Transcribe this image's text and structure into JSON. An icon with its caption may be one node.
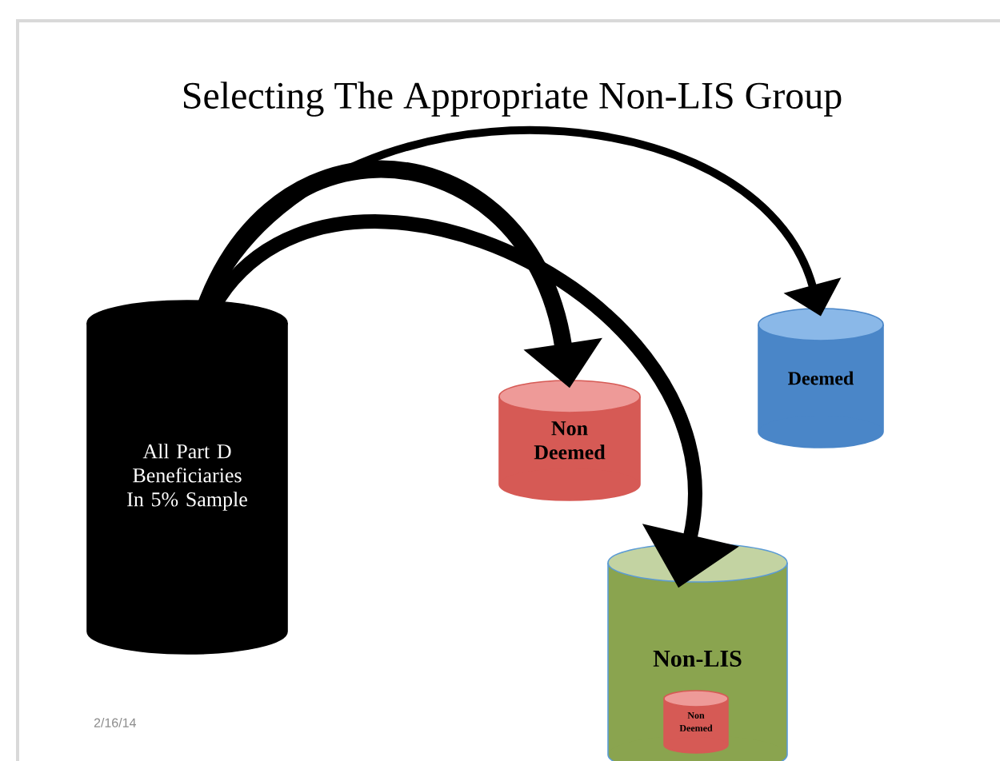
{
  "diagram": {
    "title": "Selecting The Appropriate Non-LIS Group",
    "nodes": [
      {
        "text": [
          "All Part D Beneficiaries In 5% Sample"
        ]
      },
      {
        "text": [
          "Non Deemed"
        ]
      },
      {
        "text": [
          "Deemed"
        ]
      },
      {
        "text": [
          "Non-LIS"
        ]
      },
      {
        "text": [
          "Non Deemed"
        ],
        "in": 3
      }
    ],
    "edges": [
      {
        "from": 0,
        "to": 1,
        "arrow": "to"
      },
      {
        "from": 0,
        "to": 2,
        "arrow": "to"
      },
      {
        "from": 0,
        "to": 3,
        "arrow": "to"
      }
    ],
    "labels": [
      "2/16/14"
    ]
  }
}
